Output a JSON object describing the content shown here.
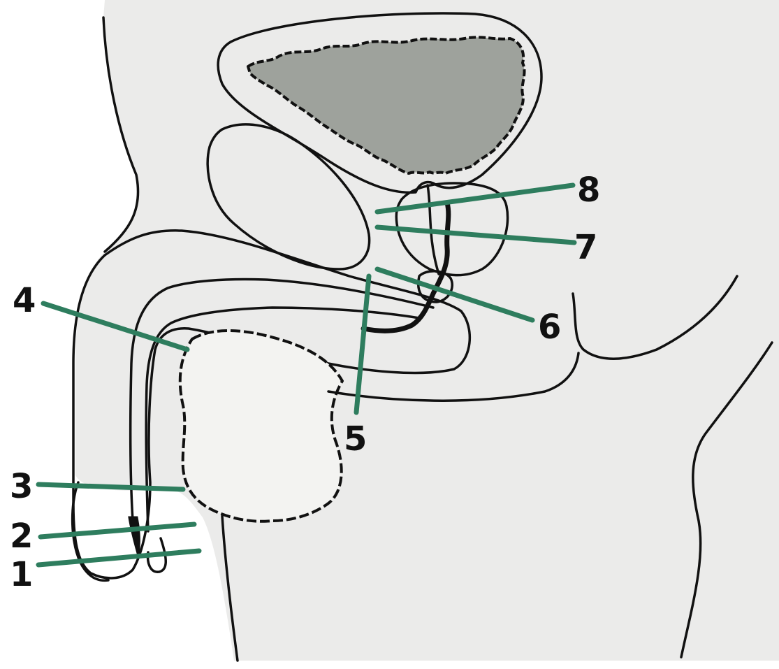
{
  "colors": {
    "background": "#ffffff",
    "body_fill": "#ebebea",
    "organ_fill": "#edb9a7",
    "bladder_lumen": "#9ea29c",
    "urethra": "#111111",
    "section_line": "#2e7d5e",
    "outline": "#111111"
  },
  "section_markers": [
    {
      "id": "1",
      "label": "1"
    },
    {
      "id": "2",
      "label": "2"
    },
    {
      "id": "3",
      "label": "3"
    },
    {
      "id": "4",
      "label": "4"
    },
    {
      "id": "5",
      "label": "5"
    },
    {
      "id": "6",
      "label": "6"
    },
    {
      "id": "7",
      "label": "7"
    },
    {
      "id": "8",
      "label": "8"
    }
  ]
}
